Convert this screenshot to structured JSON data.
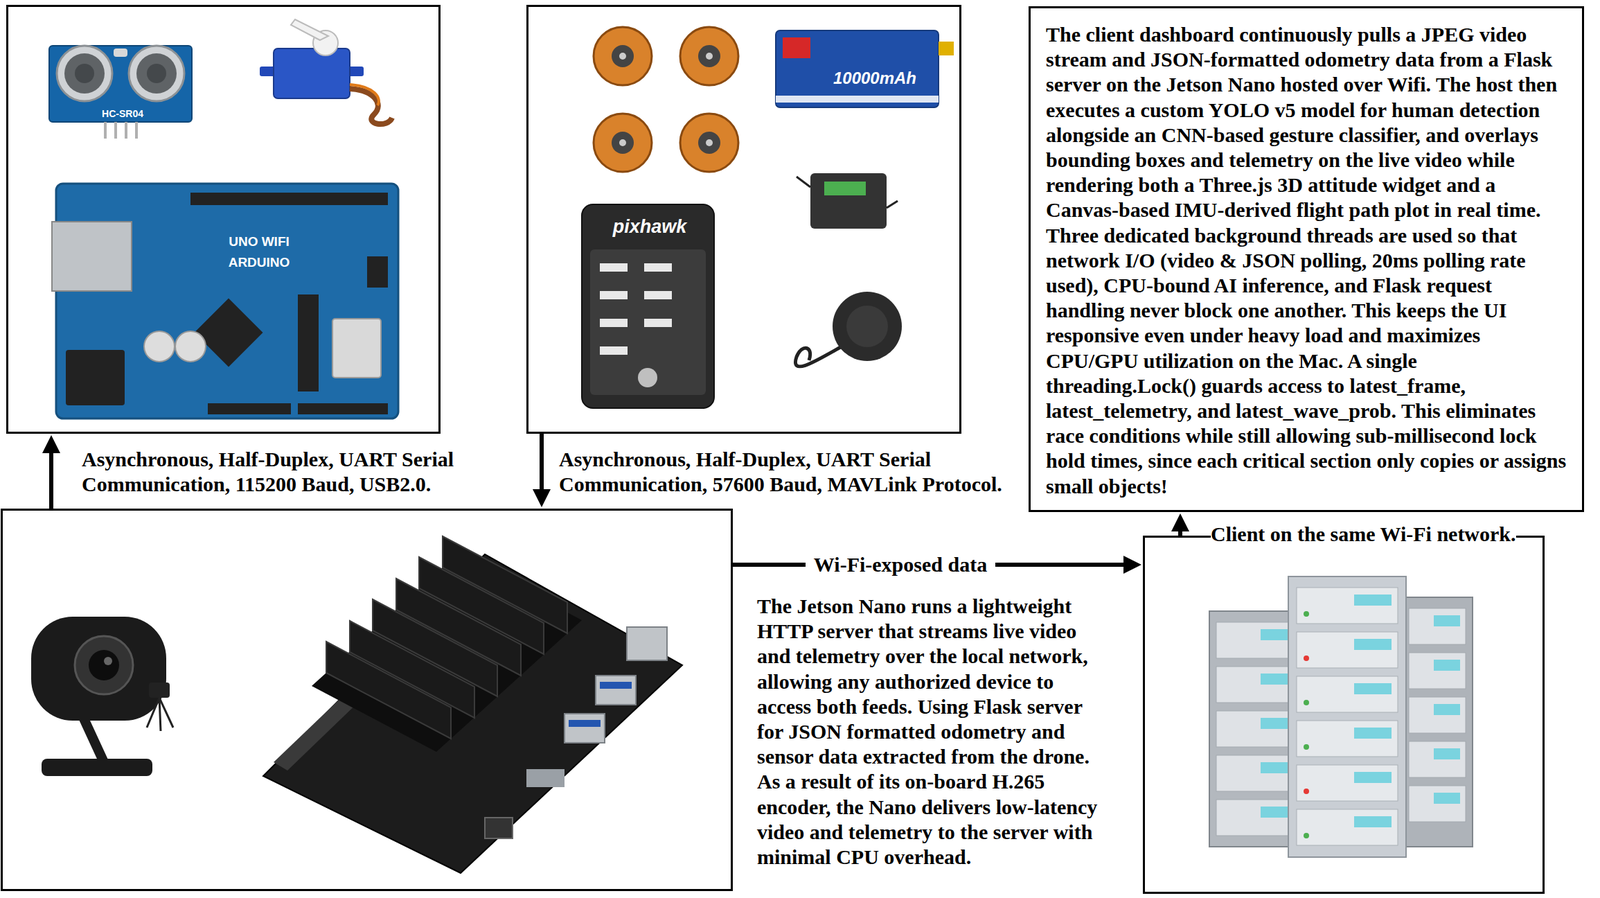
{
  "diagram": {
    "nodes": [
      {
        "text": [
          "HC-SR04",
          "UNO WIFI",
          "ARDUINO"
        ]
      },
      {
        "text": [
          "pixhawk",
          "10000mAh"
        ]
      },
      {
        "text": [
          "The client dashboard continuously pulls a JPEG video stream and JSON-formatted odometry data from a Flask server on the Jetson Nano hosted over Wifi. The host then executes a custom YOLO v5 model for human detection alongside an CNN-based gesture classifier, and overlays bounding boxes and telemetry on the live video while rendering both a Three.js 3D attitude widget and a Canvas-based IMU-derived flight path plot in real time. Three dedicated background threads are used so that network I/O (video & JSON polling, 20ms polling rate used), CPU-bound AI inference, and Flask request handling never block one another. This keeps the UI responsive even under heavy load and maximizes CPU/GPU utilization on the Mac. A single threading.Lock() guards access to latest_frame, latest_telemetry, and latest_wave_prob. This eliminates race conditions while still allowing sub-millisecond lock hold times, since each critical section only copies or assigns small objects!"
        ]
      },
      {
        "text": []
      },
      {
        "text": []
      }
    ],
    "edges": [
      {
        "from": 3,
        "to": 0,
        "arrow": "to",
        "label": "Asynchronous, Half-Duplex, UART Serial Communication, 115200 Baud, USB2.0."
      },
      {
        "from": 1,
        "to": 3,
        "arrow": "to",
        "label": "Asynchronous, Half-Duplex, UART Serial Communication, 57600 Baud, MAVLink Protocol."
      },
      {
        "from": 3,
        "to": 4,
        "arrow": "to",
        "label": "Wi-Fi-exposed data"
      },
      {
        "from": 4,
        "to": 2,
        "arrow": "to",
        "label": "Client on the same Wi-Fi network."
      }
    ],
    "labels": [
      "The Jetson Nano runs a lightweight HTTP server that streams live video and telemetry over the local network, allowing any authorized device to access both feeds. Using Flask server for JSON formatted odometry and sensor data extracted from the drone. As a result of its on-board H.265 encoder, the Nano delivers low-latency video and telemetry to the server with minimal CPU overhead."
    ]
  }
}
